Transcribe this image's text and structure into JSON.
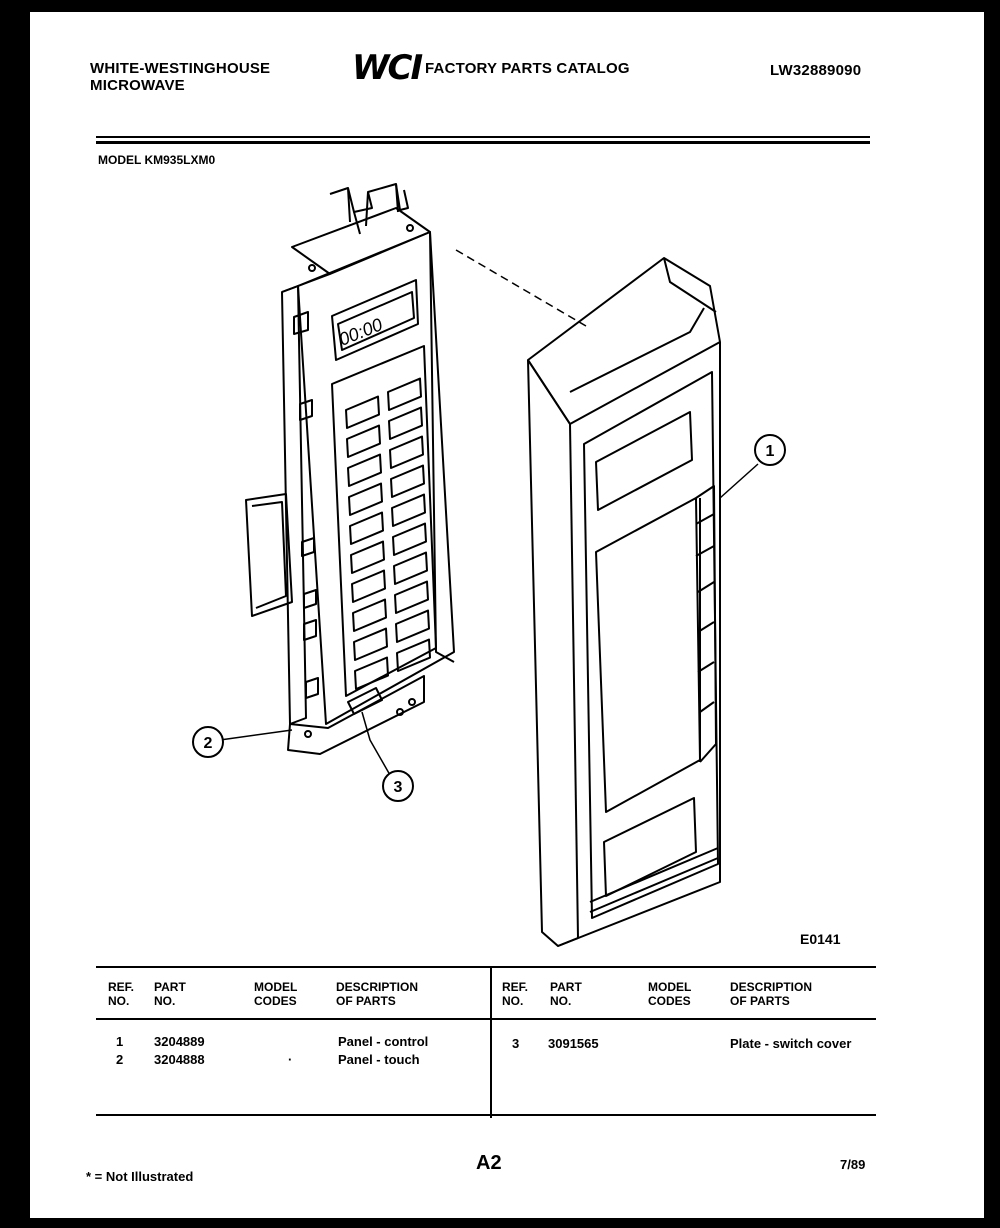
{
  "header": {
    "brand_line1": "WHITE-WESTINGHOUSE",
    "brand_line2": "MICROWAVE",
    "logo": "WCI",
    "catalog_title": "FACTORY PARTS CATALOG",
    "catalog_number": "LW32889090",
    "model_label": "MODEL KM935LXM0"
  },
  "diagram": {
    "code": "E0141",
    "display_text": "00:00",
    "callouts": [
      "1",
      "2",
      "3"
    ]
  },
  "table": {
    "columns": [
      {
        "line1": "REF.",
        "line2": "NO."
      },
      {
        "line1": "PART",
        "line2": "NO."
      },
      {
        "line1": "MODEL",
        "line2": "CODES"
      },
      {
        "line1": "DESCRIPTION",
        "line2": "OF PARTS"
      }
    ],
    "left_rows": [
      {
        "ref": "1",
        "part": "3204889",
        "codes": "",
        "desc": "Panel - control"
      },
      {
        "ref": "2",
        "part": "3204888",
        "codes": "·",
        "desc": "Panel - touch"
      }
    ],
    "right_rows": [
      {
        "ref": "3",
        "part": "3091565",
        "codes": "",
        "desc": "Plate - switch cover"
      }
    ]
  },
  "footer": {
    "note": "* = Not Illustrated",
    "page": "A2",
    "date": "7/89"
  }
}
